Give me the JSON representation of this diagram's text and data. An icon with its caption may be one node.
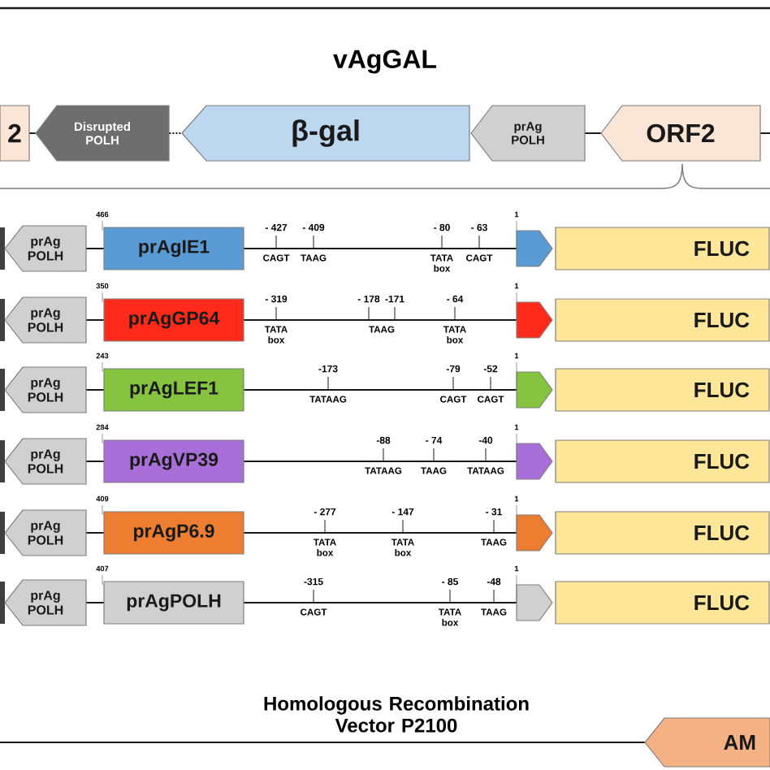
{
  "diagram": {
    "title": "vAgGAL",
    "nodes": [
      {
        "text": [
          "2"
        ]
      },
      {
        "text": [
          "Disrupted POLH"
        ]
      },
      {
        "text": [
          "β-gal"
        ]
      },
      {
        "text": [
          "prAg POLH"
        ]
      },
      {
        "text": [
          "ORF2"
        ]
      },
      {
        "text": [
          "prAg POLH"
        ]
      },
      {
        "text": [
          "prAgIE1"
        ],
        "beside": [
          "466"
        ]
      },
      {
        "text": [],
        "shape": "pentagon",
        "beside": [
          "1"
        ]
      },
      {
        "text": [
          "FLUC"
        ]
      },
      {
        "text": [
          "prAg POLH"
        ]
      },
      {
        "text": [
          "prAgGP64"
        ],
        "beside": [
          "350"
        ]
      },
      {
        "text": [],
        "shape": "pentagon",
        "beside": [
          "1"
        ]
      },
      {
        "text": [
          "FLUC"
        ]
      },
      {
        "text": [
          "prAg POLH"
        ]
      },
      {
        "text": [
          "prAgLEF1"
        ],
        "beside": [
          "243"
        ]
      },
      {
        "text": [],
        "shape": "pentagon",
        "beside": [
          "1"
        ]
      },
      {
        "text": [
          "FLUC"
        ]
      },
      {
        "text": [
          "prAg POLH"
        ]
      },
      {
        "text": [
          "prAgVP39"
        ],
        "beside": [
          "284"
        ]
      },
      {
        "text": [],
        "shape": "pentagon",
        "beside": [
          "1"
        ]
      },
      {
        "text": [
          "FLUC"
        ]
      },
      {
        "text": [
          "prAg POLH"
        ]
      },
      {
        "text": [
          "prAgP6.9"
        ],
        "beside": [
          "409"
        ]
      },
      {
        "text": [],
        "shape": "pentagon",
        "beside": [
          "1"
        ]
      },
      {
        "text": [
          "FLUC"
        ]
      },
      {
        "text": [
          "prAg POLH"
        ]
      },
      {
        "text": [
          "prAgPOLH"
        ],
        "beside": [
          "407"
        ]
      },
      {
        "text": [],
        "shape": "pentagon",
        "beside": [
          "1"
        ]
      },
      {
        "text": [
          "FLUC"
        ]
      },
      {
        "text": [
          "AM"
        ]
      }
    ],
    "edges": [
      {
        "from": 0,
        "to": 1,
        "arrow": "none"
      },
      {
        "from": 1,
        "to": 2,
        "arrow": "none",
        "style": "dashed"
      },
      {
        "from": 3,
        "to": 4,
        "arrow": "none"
      },
      {
        "from": 4,
        "to": null,
        "arrow": "none"
      },
      {
        "from": 5,
        "to": 6,
        "arrow": "none"
      },
      {
        "from": 6,
        "to": 7,
        "arrow": "none"
      },
      {
        "from": 9,
        "to": 10,
        "arrow": "none"
      },
      {
        "from": 10,
        "to": 11,
        "arrow": "none"
      },
      {
        "from": 13,
        "to": 14,
        "arrow": "none"
      },
      {
        "from": 14,
        "to": 15,
        "arrow": "none"
      },
      {
        "from": 17,
        "to": 18,
        "arrow": "none"
      },
      {
        "from": 18,
        "to": 19,
        "arrow": "none"
      },
      {
        "from": 21,
        "to": 22,
        "arrow": "none"
      },
      {
        "from": 22,
        "to": 23,
        "arrow": "none"
      },
      {
        "from": 25,
        "to": 26,
        "arrow": "none"
      },
      {
        "from": 26,
        "to": 27,
        "arrow": "none"
      },
      {
        "from": null,
        "to": 29,
        "arrow": "none"
      }
    ],
    "labels": [
      "- 427",
      "- 409",
      "- 80",
      "- 63",
      "CAGT",
      "TAAG",
      "TATA box",
      "CAGT",
      "- 319",
      "- 178",
      "-171",
      "- 64",
      "TATA box",
      "TAAG",
      "TATA box",
      "-173",
      "-79",
      "-52",
      "TATAAG",
      "CAGT",
      "CAGT",
      "-88",
      "- 74",
      "-40",
      "TATAAG",
      "TAAG",
      "TATAAG",
      "- 277",
      "- 147",
      "- 31",
      "TATA box",
      "TATA box",
      "TAAG",
      "-315",
      "- 85",
      "-48",
      "CAGT",
      "TATA box",
      "TAAG",
      "Homologous Recombination Vector P2100"
    ]
  }
}
